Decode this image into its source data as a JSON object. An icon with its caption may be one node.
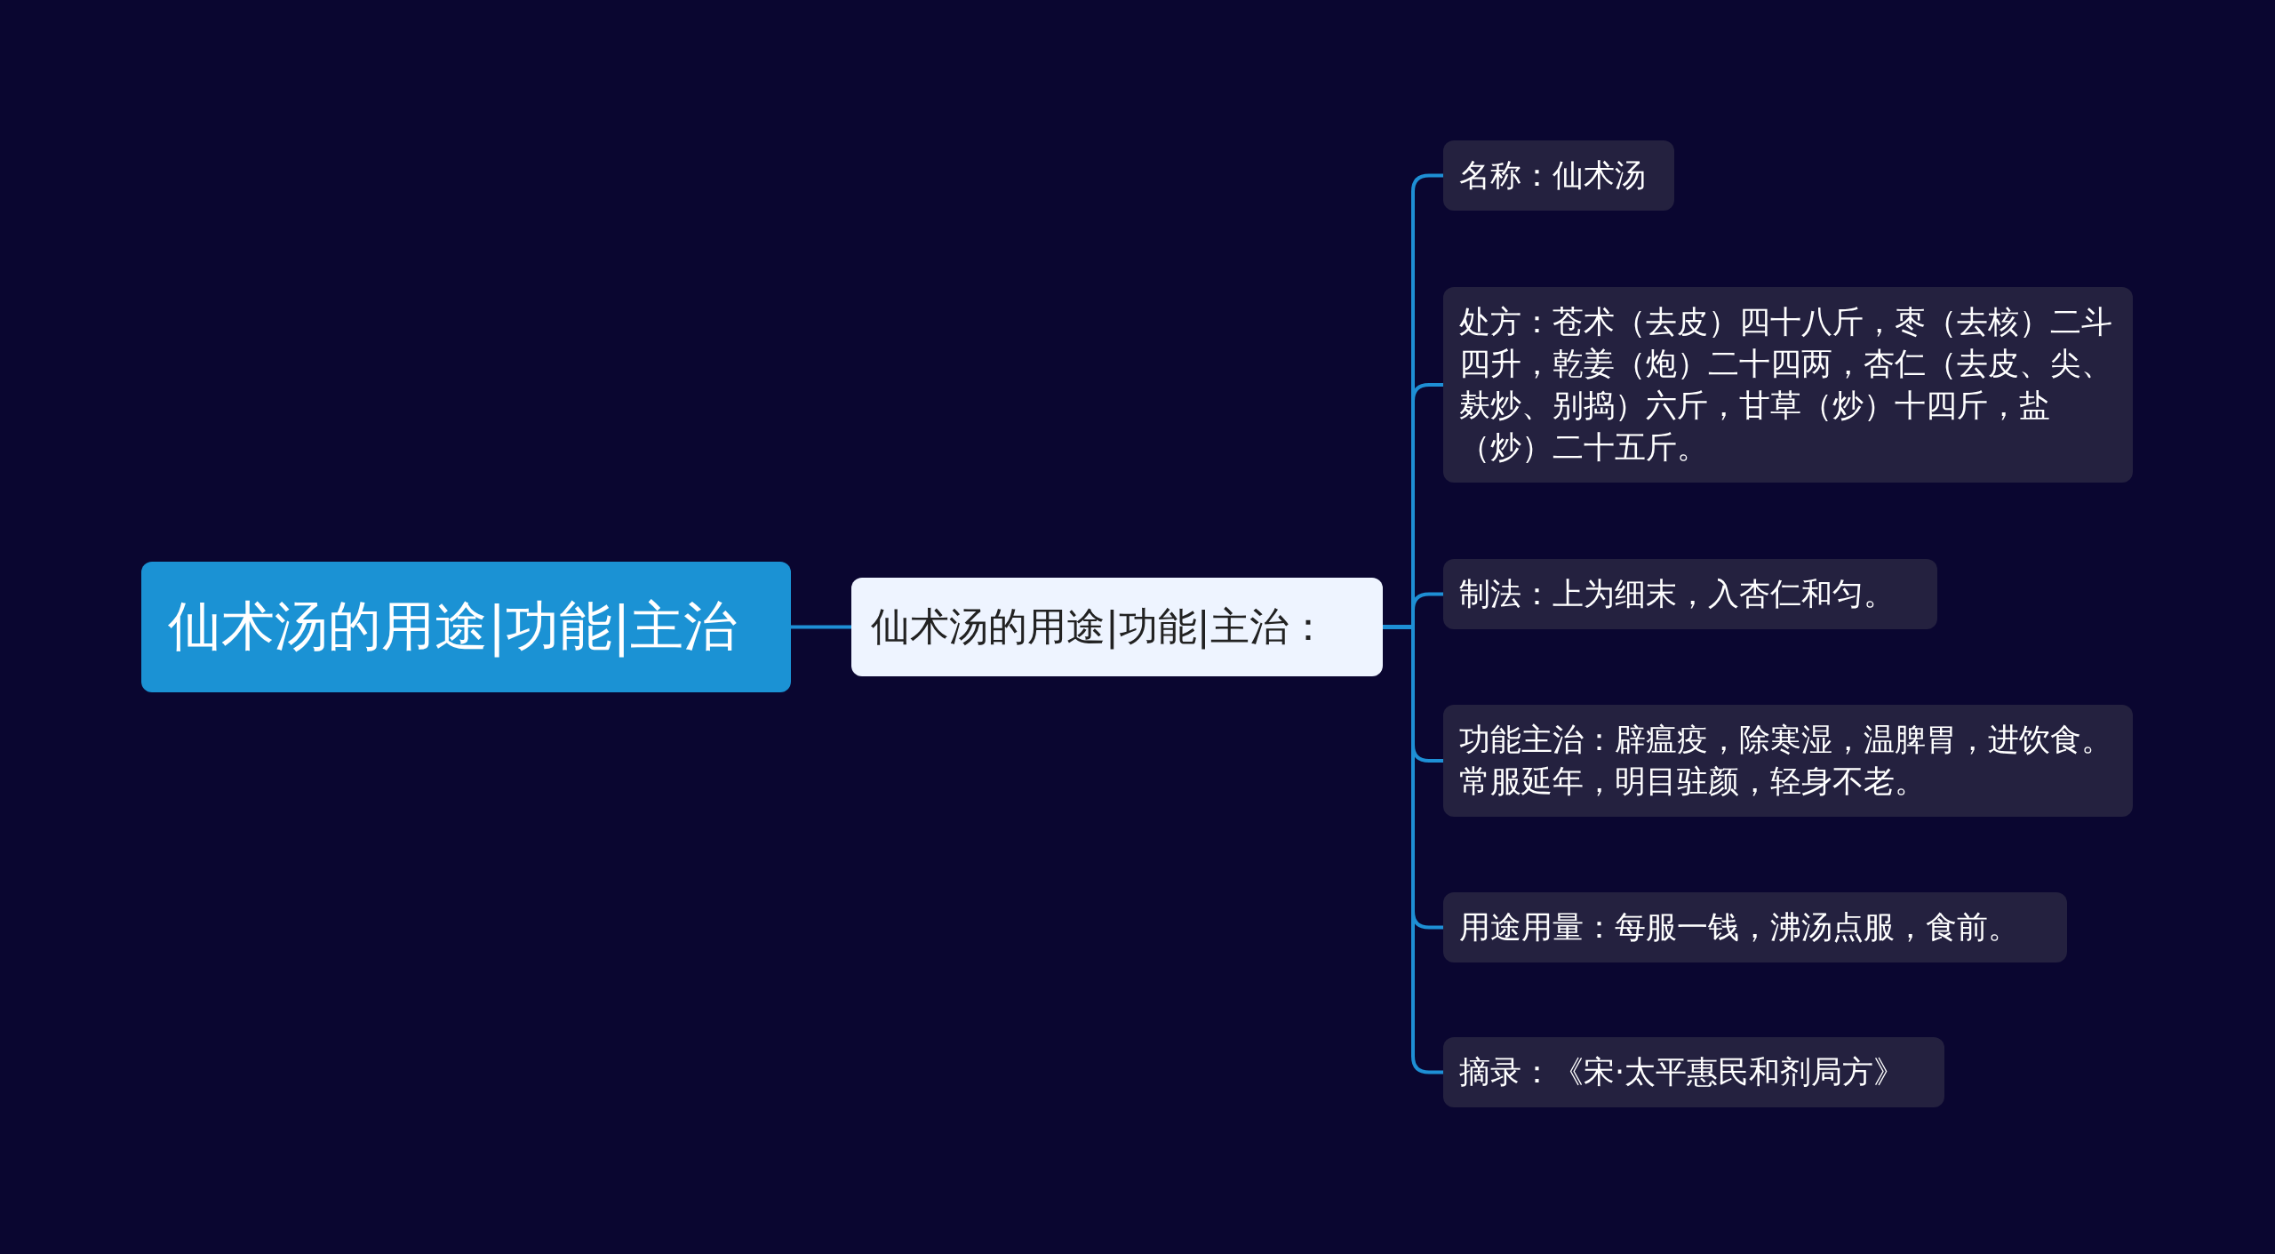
{
  "diagram": {
    "nodes": [
      {
        "text": [
          "仙术汤的用途|功能|主治"
        ]
      },
      {
        "text": [
          "仙术汤的用途|功能|主治："
        ]
      },
      {
        "text": [
          "名称：仙术汤"
        ]
      },
      {
        "text": [
          "处方：苍术（去皮）四十八斤，枣（去核）二斗四升，乾姜（炮）二十四两，杏仁（去皮、尖、麸炒、别捣）六斤，甘草（炒）十四斤，盐（炒）二十五斤。"
        ]
      },
      {
        "text": [
          "制法：上为细末，入杏仁和匀。"
        ]
      },
      {
        "text": [
          "功能主治：辟瘟疫，除寒湿，温脾胃，进饮食。常服延年，明目驻颜，轻身不老。"
        ]
      },
      {
        "text": [
          "用途用量：每服一钱，沸汤点服，食前。"
        ]
      },
      {
        "text": [
          "摘录：《宋·太平惠民和剂局方》"
        ]
      }
    ],
    "edges": [
      {
        "from": 0,
        "to": 1,
        "arrow": "none"
      },
      {
        "from": 1,
        "to": 2,
        "arrow": "none"
      },
      {
        "from": 1,
        "to": 3,
        "arrow": "none"
      },
      {
        "from": 1,
        "to": 4,
        "arrow": "none"
      },
      {
        "from": 1,
        "to": 5,
        "arrow": "none"
      },
      {
        "from": 1,
        "to": 6,
        "arrow": "none"
      },
      {
        "from": 1,
        "to": 7,
        "arrow": "none"
      }
    ]
  }
}
